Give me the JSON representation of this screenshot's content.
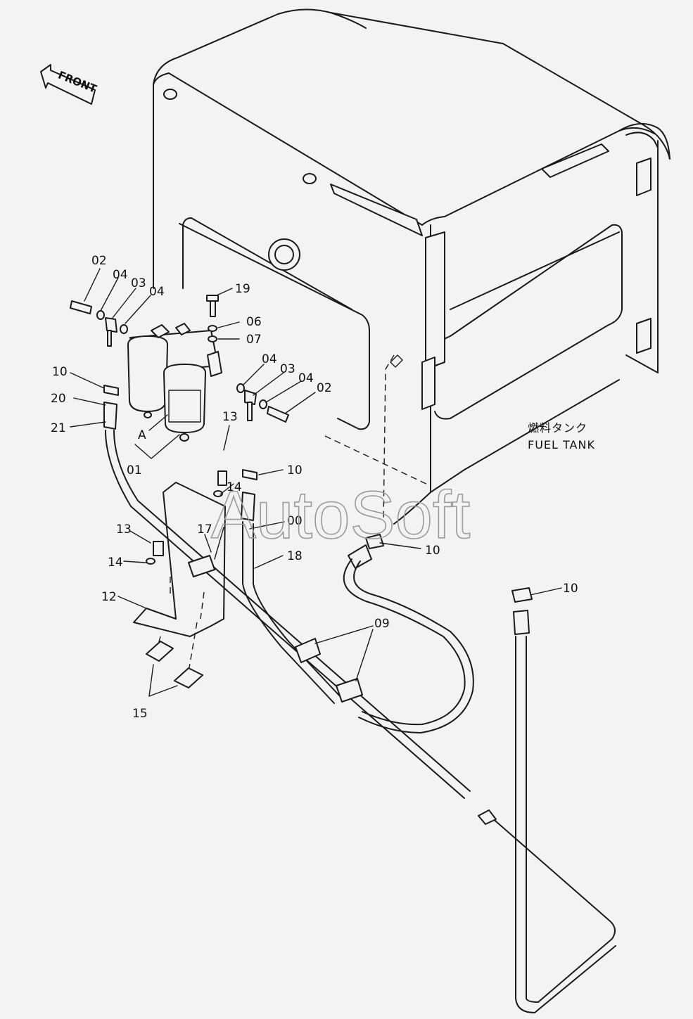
{
  "diagram": {
    "front_arrow_text": "FRONT",
    "tank_label_jp": "燃料タンク",
    "tank_label_en": "FUEL TANK",
    "watermark": "AutoSoft",
    "callouts": [
      {
        "text": "02"
      },
      {
        "text": "04"
      },
      {
        "text": "03"
      },
      {
        "text": "04"
      },
      {
        "text": "19"
      },
      {
        "text": "06"
      },
      {
        "text": "07"
      },
      {
        "text": "04"
      },
      {
        "text": "03"
      },
      {
        "text": "04"
      },
      {
        "text": "02"
      },
      {
        "text": "10"
      },
      {
        "text": "20"
      },
      {
        "text": "21"
      },
      {
        "text": "A"
      },
      {
        "text": "01"
      },
      {
        "text": "13"
      },
      {
        "text": "10"
      },
      {
        "text": "14"
      },
      {
        "text": "00"
      },
      {
        "text": "13"
      },
      {
        "text": "17"
      },
      {
        "text": "14"
      },
      {
        "text": "18"
      },
      {
        "text": "10"
      },
      {
        "text": "12"
      },
      {
        "text": "09"
      },
      {
        "text": "10"
      },
      {
        "text": "15"
      }
    ]
  }
}
